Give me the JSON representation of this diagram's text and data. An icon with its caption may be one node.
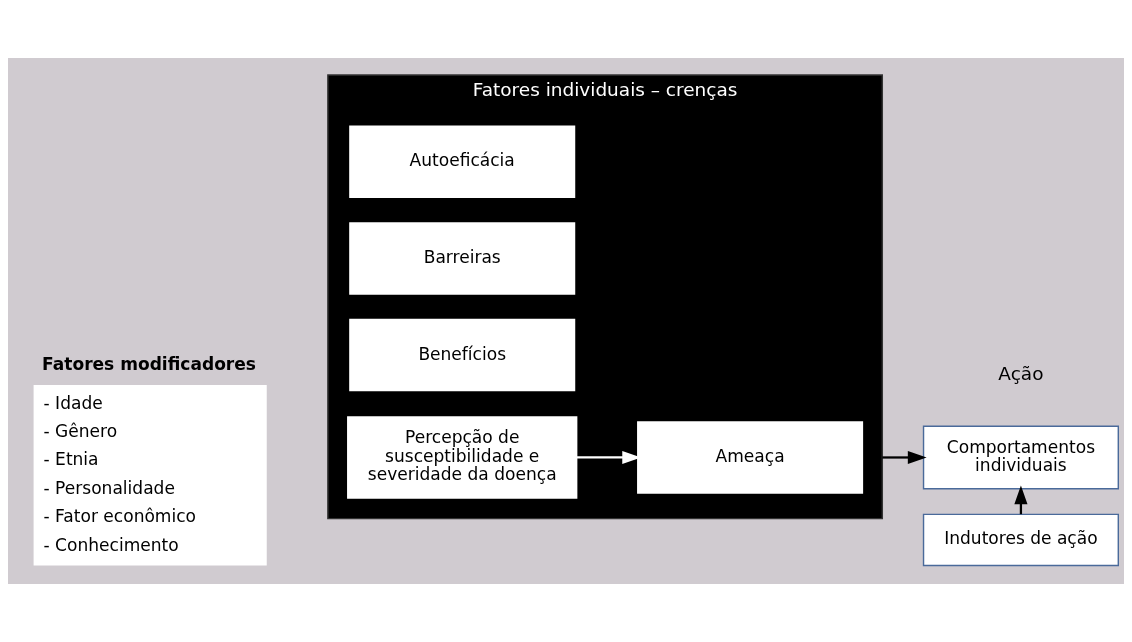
{
  "diagram": {
    "nodes": [
      {
        "text": [
          "Fatores modificadores",
          "- Idade",
          "- Gênero",
          "- Etnia",
          "- Personalidade",
          "- Fator econômico",
          "- Conhecimento"
        ]
      },
      {
        "text": [
          "Fatores individuais – crenças"
        ]
      },
      {
        "text": [
          "Percepção de susceptibilidade e severidade da doença"
        ],
        "in": 1
      },
      {
        "text": [
          "Ameaça"
        ],
        "in": 1
      },
      {
        "text": [
          "Benefícios"
        ],
        "in": 1
      },
      {
        "text": [
          "Barreiras"
        ],
        "in": 1
      },
      {
        "text": [
          "Autoeficácia"
        ],
        "in": 1
      },
      {
        "text": [
          "Comportamentos individuais"
        ]
      },
      {
        "text": [
          "Indutores de ação"
        ]
      }
    ],
    "edges": [
      {
        "from": 2,
        "to": 3,
        "arrow": "to",
        "color": "#ffffff"
      },
      {
        "from": 1,
        "to": 7,
        "arrow": "to"
      },
      {
        "from": 8,
        "to": 7,
        "arrow": "to"
      }
    ],
    "labels": [
      "Ação"
    ]
  }
}
